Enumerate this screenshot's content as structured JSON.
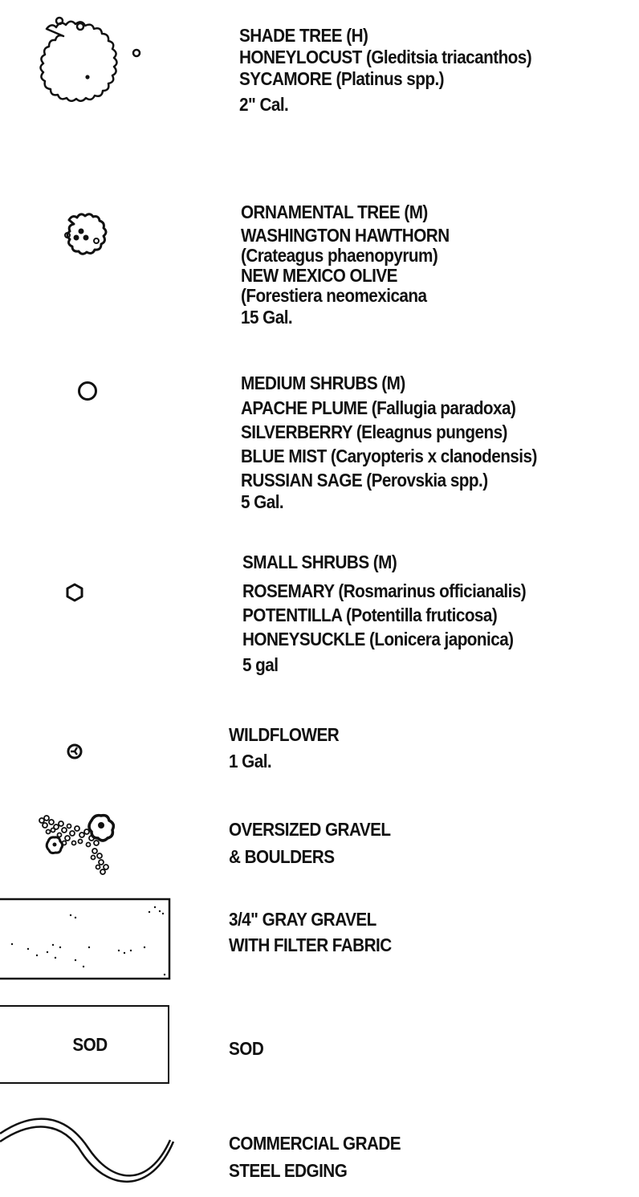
{
  "legend": [
    {
      "id": "shade-tree",
      "symbol": "shade-tree-icon",
      "lines": [
        "SHADE TREE (H)",
        "HONEYLOCUST (Gleditsia triacanthos)",
        "SYCAMORE (Platinus spp.)",
        "2\" Cal."
      ]
    },
    {
      "id": "ornamental-tree",
      "symbol": "ornamental-tree-icon",
      "lines": [
        "ORNAMENTAL TREE (M)",
        "WASHINGTON HAWTHORN",
        "(Crateagus phaenopyrum)",
        "NEW MEXICO OLIVE",
        "(Forestiera neomexicana",
        "15 Gal."
      ]
    },
    {
      "id": "medium-shrubs",
      "symbol": "medium-shrub-icon",
      "lines": [
        "MEDIUM SHRUBS (M)",
        "APACHE PLUME (Fallugia paradoxa)",
        "SILVERBERRY (Eleagnus pungens)",
        "BLUE MIST (Caryopteris x clanodensis)",
        "RUSSIAN SAGE (Perovskia spp.)",
        "5 Gal."
      ]
    },
    {
      "id": "small-shrubs",
      "symbol": "small-shrub-icon",
      "lines": [
        "SMALL SHRUBS (M)",
        "ROSEMARY (Rosmarinus officianalis)",
        "POTENTILLA (Potentilla fruticosa)",
        "HONEYSUCKLE (Lonicera japonica)",
        "5 gal"
      ]
    },
    {
      "id": "wildflower",
      "symbol": "wildflower-icon",
      "lines": [
        "WILDFLOWER",
        "1 Gal."
      ]
    },
    {
      "id": "oversized-gravel",
      "symbol": "boulders-icon",
      "lines": [
        "OVERSIZED GRAVEL",
        "& BOULDERS"
      ]
    },
    {
      "id": "gray-gravel",
      "symbol": "gravel-box-icon",
      "lines": [
        "3/4\" GRAY GRAVEL",
        "WITH FILTER FABRIC"
      ]
    },
    {
      "id": "sod",
      "symbol": "sod-box-icon",
      "symbol_text": "SOD",
      "lines": [
        "SOD"
      ]
    },
    {
      "id": "steel-edging",
      "symbol": "steel-edging-icon",
      "lines": [
        "COMMERCIAL GRADE",
        "STEEL EDGING"
      ]
    }
  ]
}
